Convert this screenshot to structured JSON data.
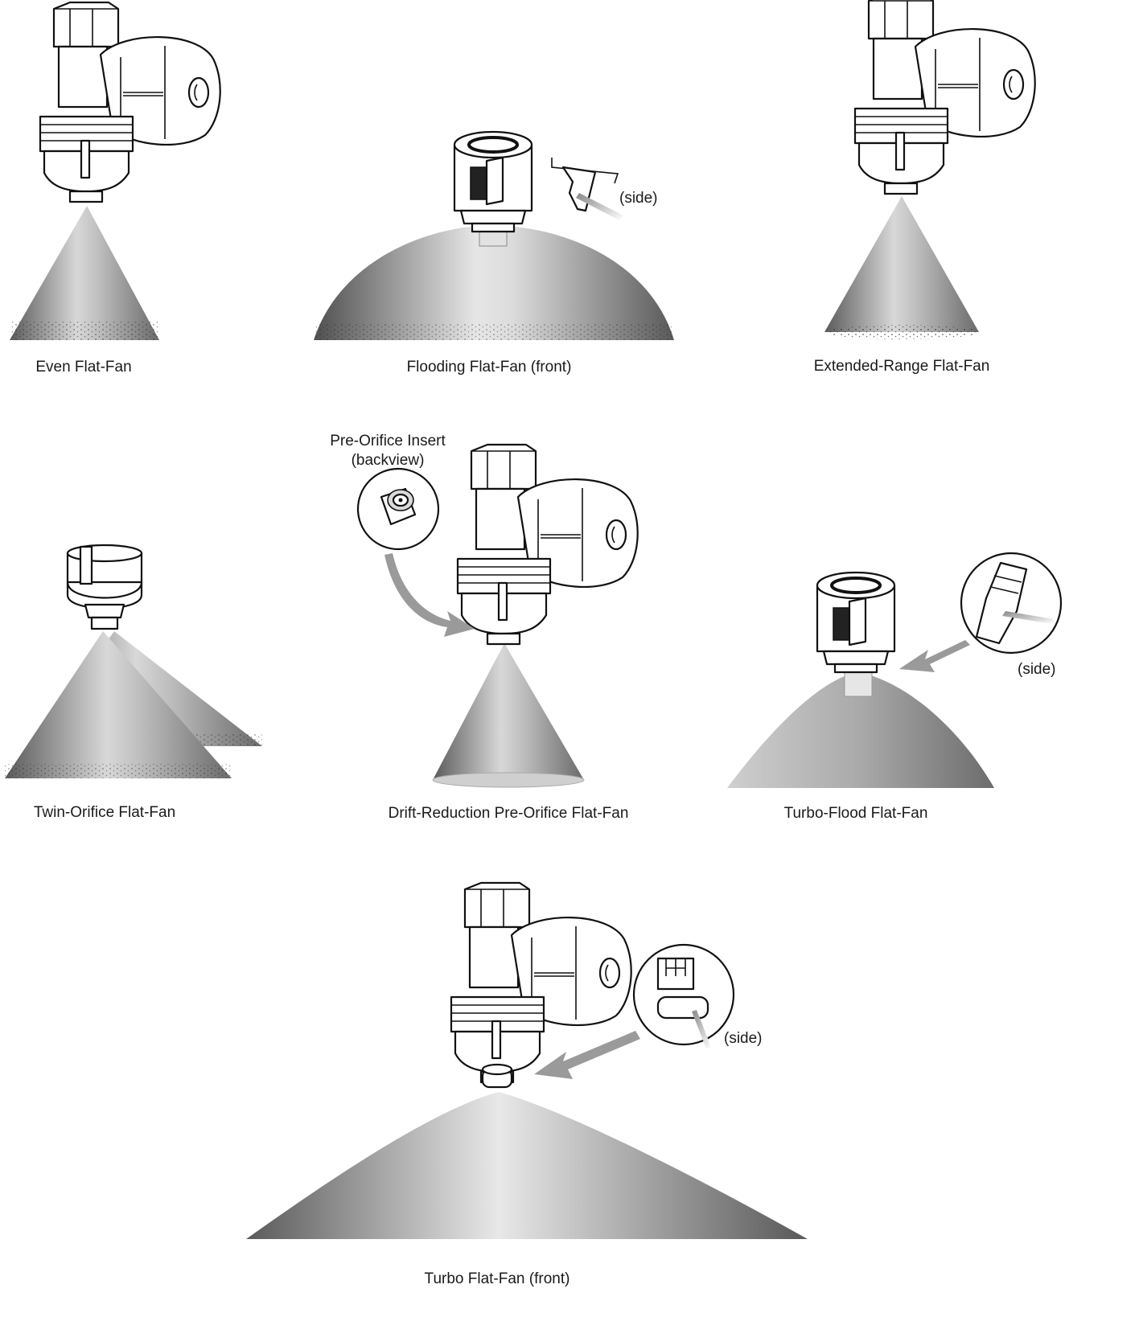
{
  "figure": {
    "colors": {
      "spray_dark": "#6e6e6e",
      "spray_light": "#ececec",
      "line": "#111111",
      "arrow": "#9a9a9a"
    },
    "nozzles": [
      {
        "caption": "Even Flat-Fan"
      },
      {
        "caption": "Flooding Flat-Fan (front)",
        "inset_label": "(side)"
      },
      {
        "caption": "Extended-Range Flat-Fan"
      },
      {
        "caption": "Twin-Orifice Flat-Fan"
      },
      {
        "caption": "Drift-Reduction Pre-Orifice Flat-Fan",
        "inset_label_line1": "Pre-Orifice Insert",
        "inset_label_line2": "(backview)"
      },
      {
        "caption": "Turbo-Flood Flat-Fan",
        "inset_label": "(side)"
      },
      {
        "caption": "Turbo Flat-Fan (front)",
        "inset_label": "(side)"
      }
    ]
  }
}
